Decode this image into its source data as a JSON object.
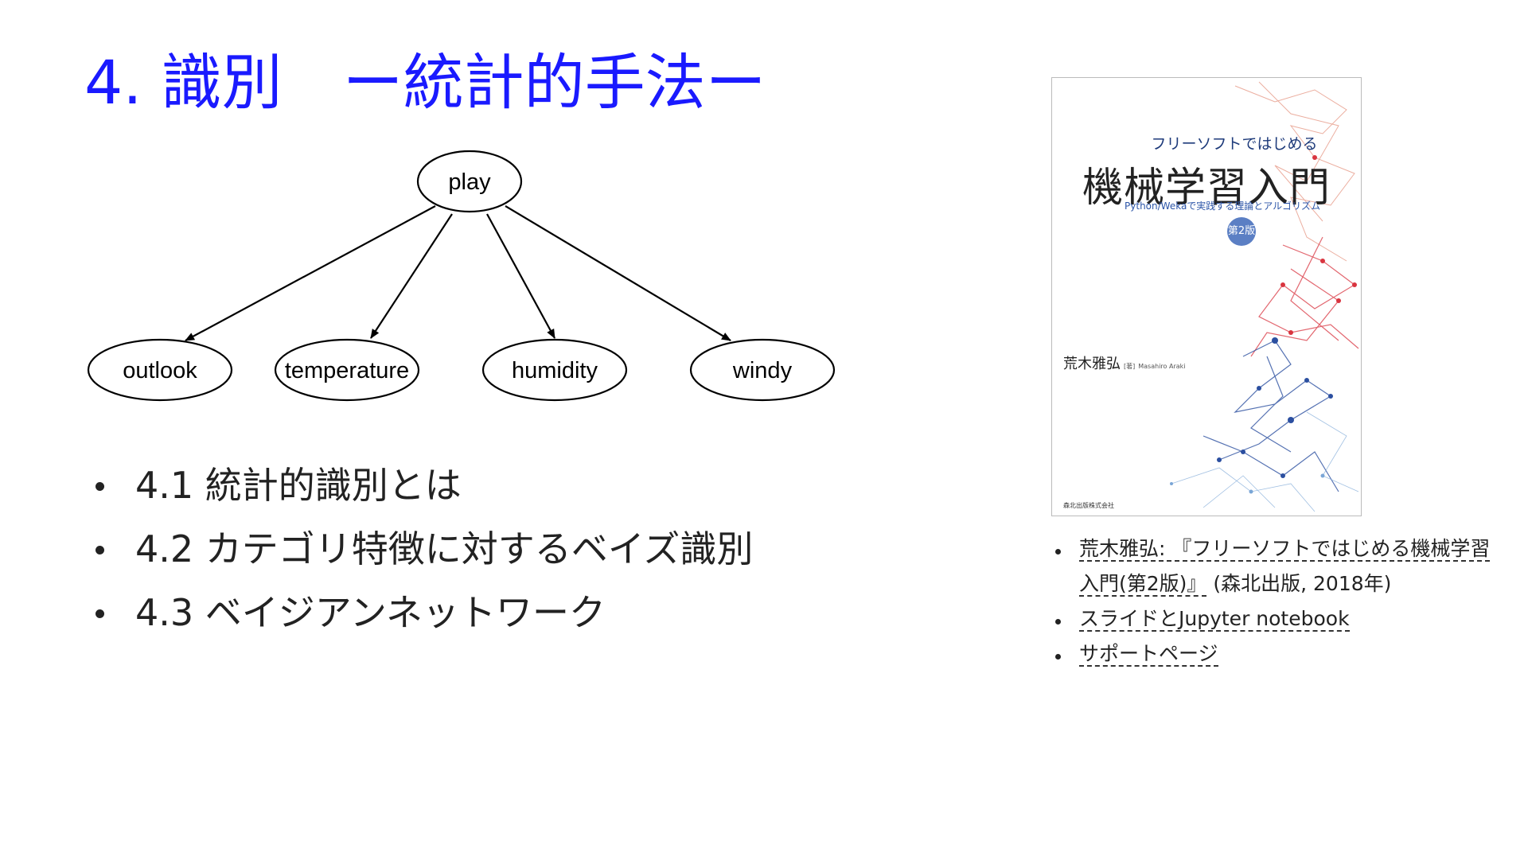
{
  "slide": {
    "title": "4. 識別　ー統計的手法ー"
  },
  "diagram": {
    "root": "play",
    "children": [
      "outlook",
      "temperature",
      "humidity",
      "windy"
    ]
  },
  "topics": [
    "4.1 統計的識別とは",
    "4.2 カテゴリ特徴に対するベイズ識別",
    "4.3 ベイジアンネットワーク"
  ],
  "book": {
    "subtitle": "フリーソフトではじめる",
    "title": "機械学習入門",
    "tagline": "Python/Wekaで実践する理論とアルゴリズム",
    "edition": "第2版",
    "author": "荒木雅弘",
    "author_role": "[著]",
    "author_roman": "Masahiro Araki",
    "publisher": "森北出版株式会社"
  },
  "references": {
    "book_link": "荒木雅弘: 『フリーソフトではじめる機械学習入門(第2版)』",
    "book_suffix": " (森北出版, 2018年)",
    "slides_link": "スライドとJupyter notebook",
    "support_link": "サポートページ"
  },
  "colors": {
    "title": "#1a1aff",
    "cover_subtitle": "#1d3a7a",
    "cover_accent_blue": "#5b7fc4",
    "cover_network_red": "#d9343f",
    "cover_network_blue": "#2b4fa0"
  }
}
